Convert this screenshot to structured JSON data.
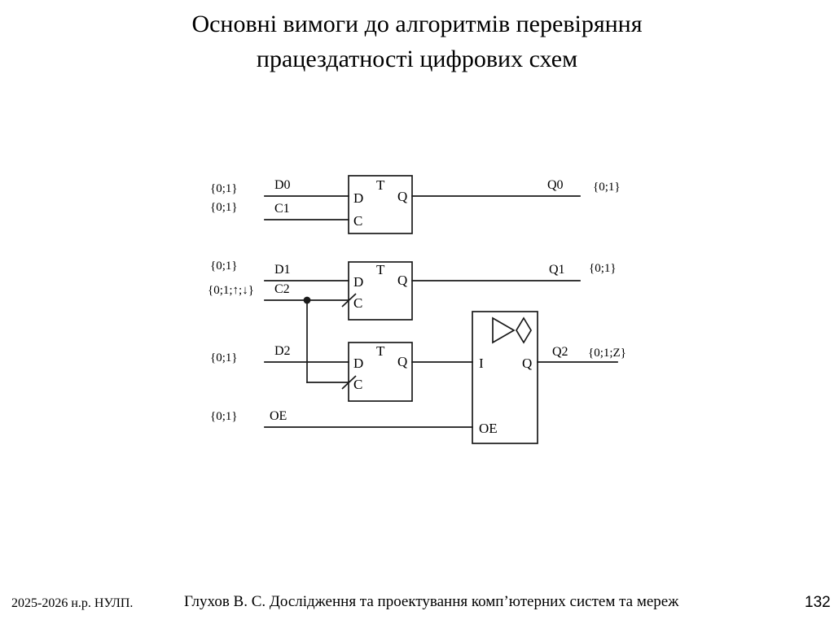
{
  "slide": {
    "title_line1": "Основні вимоги до алгоритмів перевіряння",
    "title_line2": "працездатності цифрових схем"
  },
  "diagram": {
    "blocks": [
      {
        "id": "ff0",
        "kind": "flip-flop",
        "pin_d": "D",
        "pin_t": "T",
        "pin_q": "Q",
        "pin_c": "C",
        "clock_edge_marker": false
      },
      {
        "id": "ff1",
        "kind": "flip-flop",
        "pin_d": "D",
        "pin_t": "T",
        "pin_q": "Q",
        "pin_c": "C",
        "clock_edge_marker": true
      },
      {
        "id": "ff2",
        "kind": "flip-flop",
        "pin_d": "D",
        "pin_t": "T",
        "pin_q": "Q",
        "pin_c": "C",
        "clock_edge_marker": true
      },
      {
        "id": "buf",
        "kind": "tristate-buffer",
        "pin_i": "I",
        "pin_q": "Q",
        "pin_oe": "OE"
      }
    ],
    "inputs": [
      {
        "id": "d0",
        "signal": "D0",
        "set": "{0;1}"
      },
      {
        "id": "c1",
        "signal": "C1",
        "set": "{0;1}"
      },
      {
        "id": "d1",
        "signal": "D1",
        "set": "{0;1}"
      },
      {
        "id": "c2",
        "signal": "C2",
        "set": "{0;1;↑;↓}"
      },
      {
        "id": "d2",
        "signal": "D2",
        "set": "{0;1}"
      },
      {
        "id": "oe",
        "signal": "OE",
        "set": "{0;1}"
      }
    ],
    "outputs": [
      {
        "id": "q0",
        "signal": "Q0",
        "set": "{0;1}"
      },
      {
        "id": "q1",
        "signal": "Q1",
        "set": "{0;1}"
      },
      {
        "id": "q2",
        "signal": "Q2",
        "set": "{0;1;Z}"
      }
    ],
    "colors": {
      "line": "#1a1a1a",
      "text": "#000000",
      "background": "#ffffff"
    }
  },
  "footer": {
    "left": "2025-2026 н.р. НУЛП.",
    "center": "Глухов В. С. Дослідження та проектування комп’ютерних систем та мереж",
    "page": "132"
  }
}
